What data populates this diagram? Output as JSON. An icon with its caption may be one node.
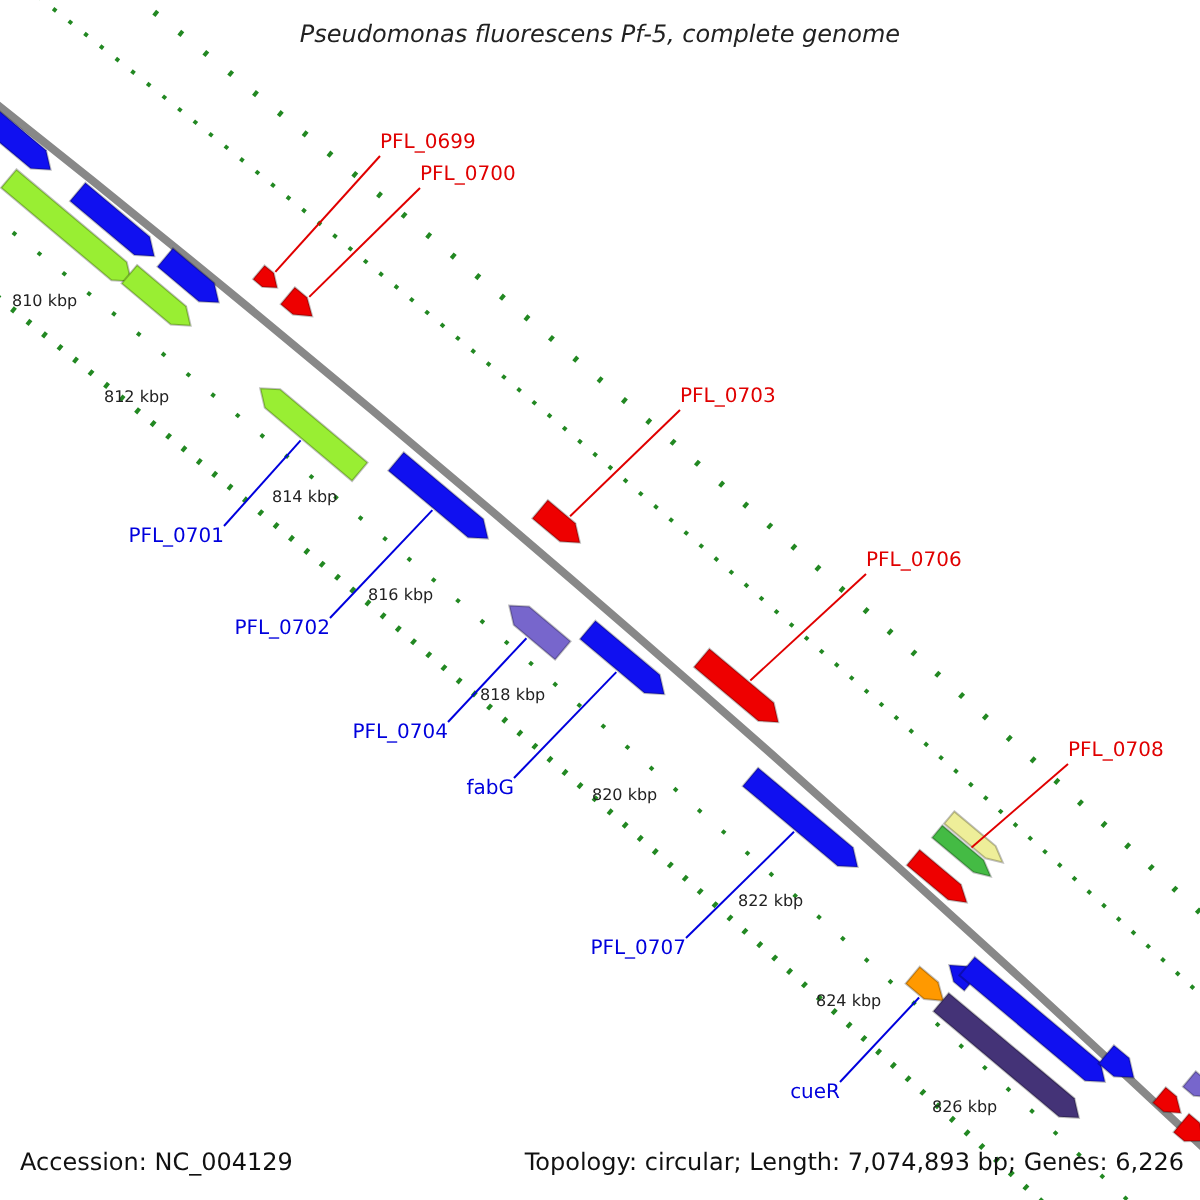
{
  "diagram": {
    "title": "Pseudomonas fluorescens Pf-5, complete genome",
    "nodes": [
      {
        "text": [
          "PFL_0699"
        ]
      },
      {
        "text": [
          "PFL_0700"
        ]
      },
      {
        "text": [
          "PFL_0703"
        ]
      },
      {
        "text": [
          "PFL_0706"
        ]
      },
      {
        "text": [
          "PFL_0708"
        ]
      },
      {
        "text": [
          "PFL_0701"
        ]
      },
      {
        "text": [
          "PFL_0702"
        ]
      },
      {
        "text": [
          "PFL_0704"
        ]
      },
      {
        "text": [
          "fabG"
        ]
      },
      {
        "text": [
          "PFL_0707"
        ]
      },
      {
        "text": [
          "cueR"
        ]
      },
      {
        "text": [],
        "shape": "arrow"
      },
      {
        "text": [],
        "shape": "arrow"
      },
      {
        "text": [],
        "shape": "arrow"
      },
      {
        "text": [],
        "shape": "arrow"
      },
      {
        "text": [],
        "shape": "arrow"
      },
      {
        "text": [],
        "shape": "arrow"
      },
      {
        "text": [],
        "shape": "arrow"
      },
      {
        "text": [],
        "shape": "arrow"
      },
      {
        "text": [],
        "shape": "arrow"
      },
      {
        "text": [],
        "shape": "arrow"
      },
      {
        "text": [],
        "shape": "arrow"
      },
      {
        "text": [],
        "shape": "arrow"
      },
      {
        "text": [],
        "shape": "arrow"
      },
      {
        "text": [],
        "shape": "arrow"
      },
      {
        "text": [],
        "shape": "arrow"
      },
      {
        "text": [],
        "shape": "arrow"
      },
      {
        "text": [],
        "shape": "arrow"
      },
      {
        "text": [],
        "shape": "arrow"
      },
      {
        "text": [],
        "shape": "arrow"
      },
      {
        "text": [],
        "shape": "arrow"
      },
      {
        "text": [],
        "shape": "arrow"
      },
      {
        "text": [],
        "shape": "arrow"
      },
      {
        "text": [],
        "shape": "arrow"
      },
      {
        "text": [],
        "shape": "arrow"
      },
      {
        "text": [],
        "shape": "arrow"
      }
    ],
    "edges": [
      {
        "from": 0,
        "to": 15,
        "arrow": "none",
        "color": "#e00000"
      },
      {
        "from": 1,
        "to": 17,
        "arrow": "none",
        "color": "#e00000"
      },
      {
        "from": 2,
        "to": 20,
        "arrow": "none",
        "color": "#e00000"
      },
      {
        "from": 3,
        "to": 23,
        "arrow": "none",
        "color": "#e00000"
      },
      {
        "from": 4,
        "to": 26,
        "arrow": "none",
        "color": "#e00000"
      },
      {
        "from": 5,
        "to": 18,
        "arrow": "none",
        "color": "#0000dd"
      },
      {
        "from": 6,
        "to": 19,
        "arrow": "none",
        "color": "#0000dd"
      },
      {
        "from": 7,
        "to": 21,
        "arrow": "none",
        "color": "#0000dd"
      },
      {
        "from": 8,
        "to": 22,
        "arrow": "none",
        "color": "#0000dd"
      },
      {
        "from": 9,
        "to": 24,
        "arrow": "none",
        "color": "#0000dd"
      },
      {
        "from": 10,
        "to": 29,
        "arrow": "none",
        "color": "#0000dd"
      }
    ],
    "labels": [
      "810 kbp",
      "812 kbp",
      "814 kbp",
      "816 kbp",
      "818 kbp",
      "820 kbp",
      "822 kbp",
      "824 kbp",
      "826 kbp",
      "Accession: NC_004129",
      "Topology: circular; Length: 7,074,893 bp; Genes: 6,226"
    ]
  }
}
